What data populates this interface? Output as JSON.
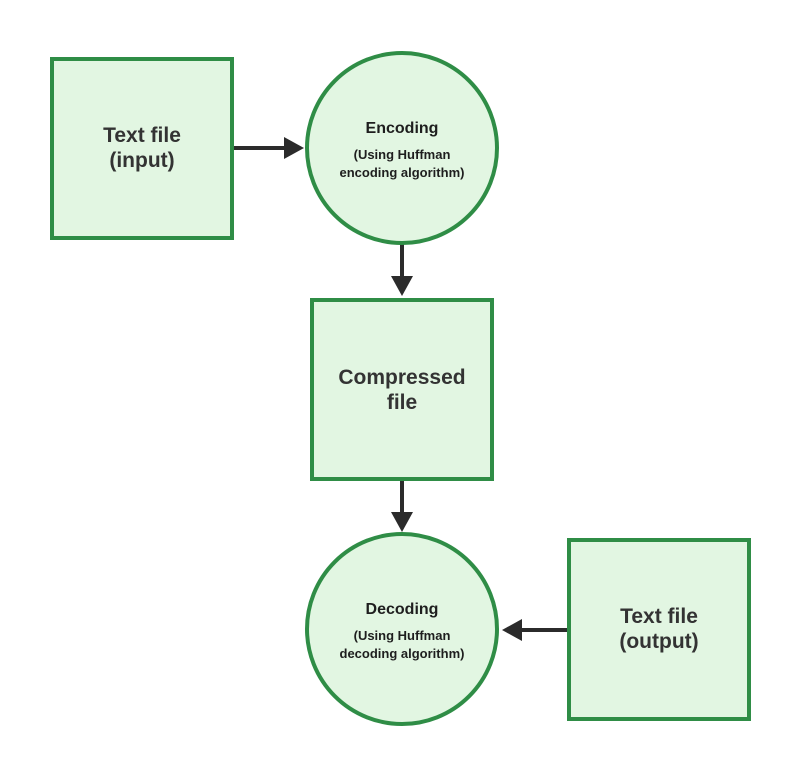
{
  "colors": {
    "node_fill": "#e2f6e2",
    "node_stroke": "#2f8d46",
    "arrow": "#2b2b2b",
    "text": "#333333"
  },
  "nodes": {
    "text_input": {
      "line1": "Text file",
      "line2": "(input)"
    },
    "encoding": {
      "title": "Encoding",
      "sub1": "(Using Huffman",
      "sub2": "encoding algorithm)"
    },
    "compressed": {
      "line1": "Compressed",
      "line2": "file"
    },
    "decoding": {
      "title": "Decoding",
      "sub1": "(Using Huffman",
      "sub2": "decoding algorithm)"
    },
    "text_output": {
      "line1": "Text file",
      "line2": "(output)"
    }
  }
}
